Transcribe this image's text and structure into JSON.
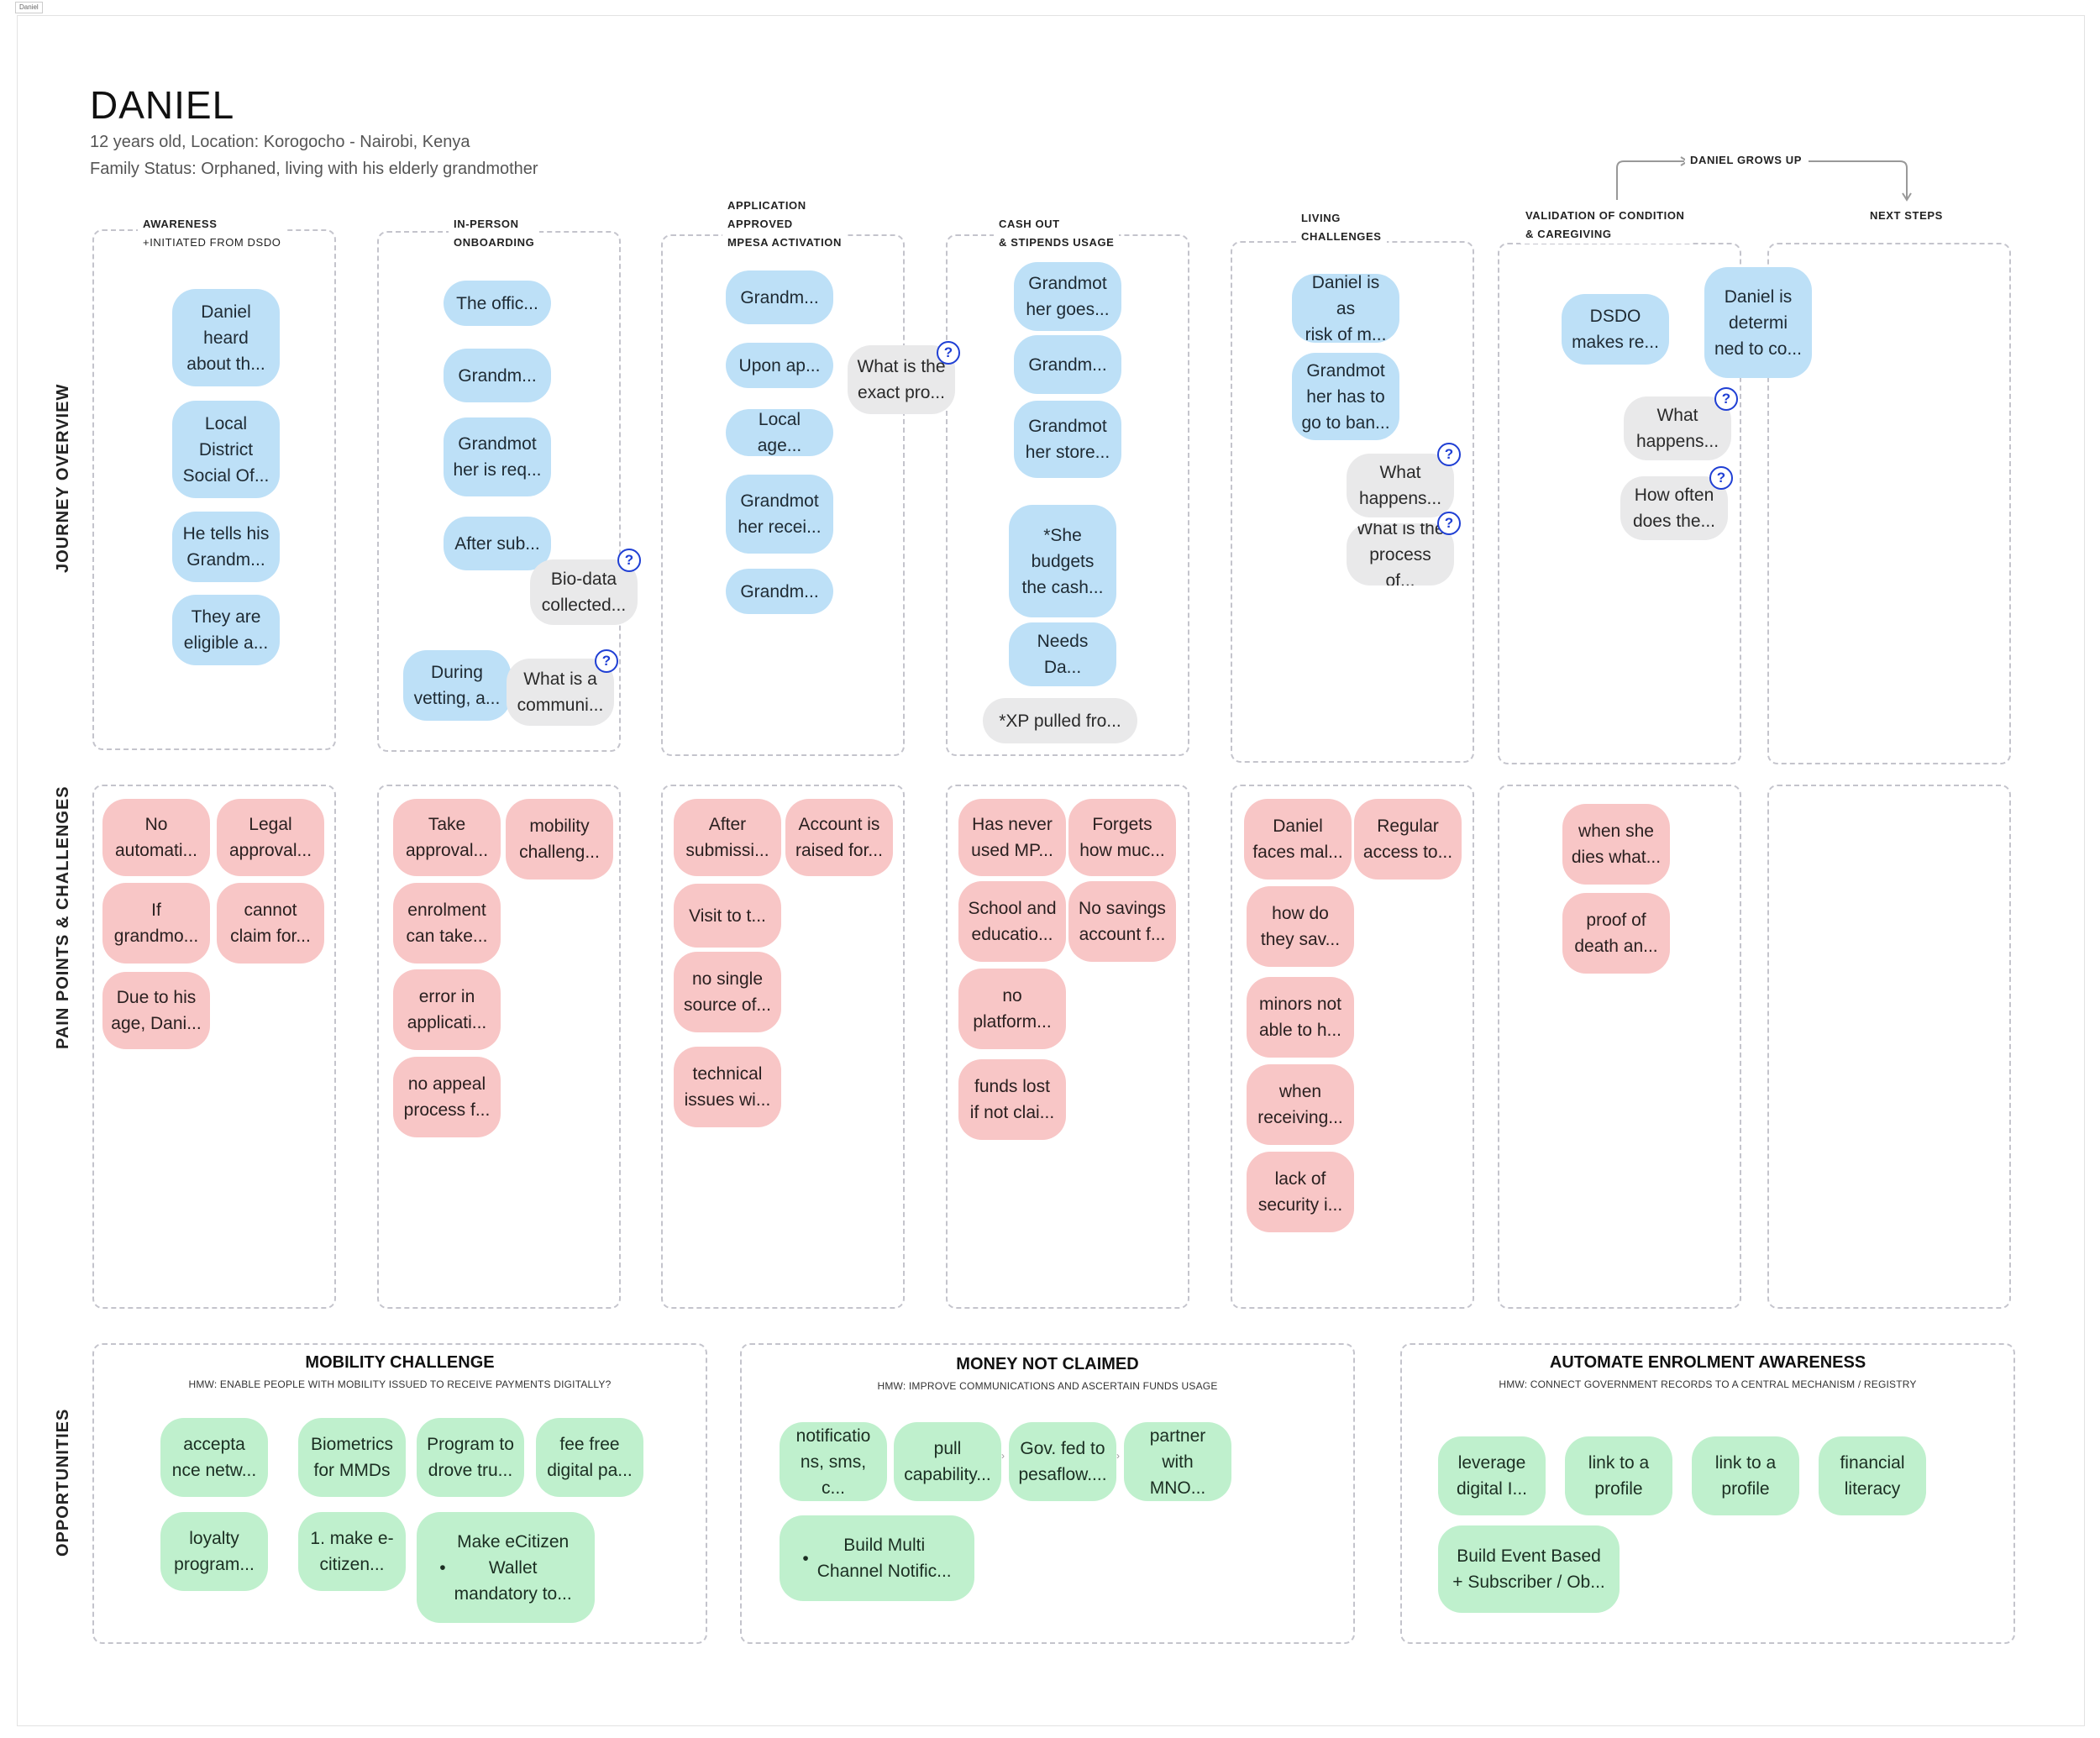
{
  "frame_tag": "Daniel",
  "persona": {
    "name": "DANIEL",
    "line1": "12 years old, Location: Korogocho - Nairobi, Kenya",
    "line2": "Family Status: Orphaned, living with his elderly grandmother"
  },
  "rows": {
    "journey": "JOURNEY OVERVIEW",
    "pain": "PAIN POINTS  &  CHALLENGES",
    "opps": "OPPORTUNITIES"
  },
  "grows_up": "DANIEL GROWS UP",
  "stages": [
    {
      "title": "AWARENESS",
      "subtitle": "+INITIATED FROM DSDO"
    },
    {
      "title": "IN-PERSON\nONBOARDING",
      "subtitle": ""
    },
    {
      "title": "APPLICATION\nAPPROVED\nMPESA ACTIVATION",
      "subtitle": ""
    },
    {
      "title": "CASH OUT\n& STIPENDS USAGE",
      "subtitle": ""
    },
    {
      "title": "LIVING\nCHALLENGES",
      "subtitle": ""
    },
    {
      "title": "VALIDATION OF CONDITION\n& CAREGIVING",
      "subtitle": ""
    },
    {
      "title": "NEXT STEPS",
      "subtitle": ""
    }
  ],
  "journey_cards": [
    "Daniel\nheard\nabout th...",
    "Local\nDistrict\nSocial Of...",
    "He tells his\nGrandm...",
    "They are\neligible a...",
    "The offic...",
    "Grandm...",
    "Grandmot\nher is req...",
    "After sub...",
    "Bio-data\ncollected...",
    "During\nvetting, a...",
    "What is a\ncommuni...",
    "Grandm...",
    "Upon ap...",
    "What is the\nexact pro...",
    "Local age...",
    "Grandmot\nher recei...",
    "Grandm...",
    "Grandmot\nher goes...",
    "Grandm...",
    "Grandmot\nher store...",
    "*She\nbudgets\nthe cash...",
    "Needs Da...",
    "*XP pulled fro...",
    "Daniel is as\nrisk of m...",
    "Grandmot\nher has to\ngo to ban...",
    "What\nhappens...",
    "What is the\nprocess of...",
    "DSDO\nmakes re...",
    "Daniel is\ndetermi\nned to co...",
    "What\nhappens...",
    "How often\ndoes the..."
  ],
  "pain_cards": [
    "No\nautomati...",
    "Legal\napproval...",
    "If\ngrandmo...",
    "cannot\nclaim for...",
    "Due to his\nage, Dani...",
    "Take\napproval...",
    "mobility\nchalleng...",
    "enrolment\ncan take...",
    "error in\napplicati...",
    "no appeal\nprocess f...",
    "After\nsubmissi...",
    "Account is\nraised for...",
    "Visit to t...",
    "no single\nsource of...",
    "technical\nissues wi...",
    "Has never\nused MP...",
    "Forgets\nhow muc...",
    "School and\neducatio...",
    "No savings\naccount f...",
    "no\nplatform...",
    "funds lost\nif not clai...",
    "Daniel\nfaces mal...",
    "Regular\naccess to...",
    "how do\nthey sav...",
    "minors not\nable to h...",
    "when\nreceiving...",
    "lack of\nsecurity i...",
    "when she\ndies what...",
    "proof of\ndeath an..."
  ],
  "opportunities": [
    {
      "title": "MOBILITY CHALLENGE",
      "hmw": "HMW: ENABLE PEOPLE WITH MOBILITY ISSUED TO RECEIVE PAYMENTS DIGITALLY?",
      "cards": [
        "accepta\nnce netw...",
        "Biometrics\nfor MMDs",
        "Program to\ndrove tru...",
        "fee free\ndigital pa...",
        "loyalty\nprogram...",
        "1.  make e-\ncitizen...",
        "Make eCitizen\nWallet\nmandatory to..."
      ]
    },
    {
      "title": "MONEY NOT CLAIMED",
      "hmw": "HMW: IMPROVE COMMUNICATIONS AND ASCERTAIN FUNDS USAGE",
      "cards": [
        "notificatio\nns, sms, c...",
        "pull\ncapability...",
        "Gov. fed to\npesaflow....",
        "partner\nwith MNO...",
        "Build Multi\nChannel Notific..."
      ]
    },
    {
      "title": "AUTOMATE ENROLMENT AWARENESS",
      "hmw": "HMW: CONNECT GOVERNMENT RECORDS TO A CENTRAL MECHANISM / REGISTRY",
      "cards": [
        "leverage\ndigital I...",
        "link to a\nprofile",
        "link to a\nprofile",
        "financial\nliteracy",
        "Build Event Based\n+ Subscriber / Ob..."
      ]
    }
  ],
  "question_mark": "?",
  "arrow_glyph": "›",
  "colors": {
    "journey": "#bde0f7",
    "question": "#e9e9ea",
    "pain": "#f8c6c6",
    "opportunity": "#bff0cd",
    "accent_question_icon": "#1f3fd4"
  }
}
